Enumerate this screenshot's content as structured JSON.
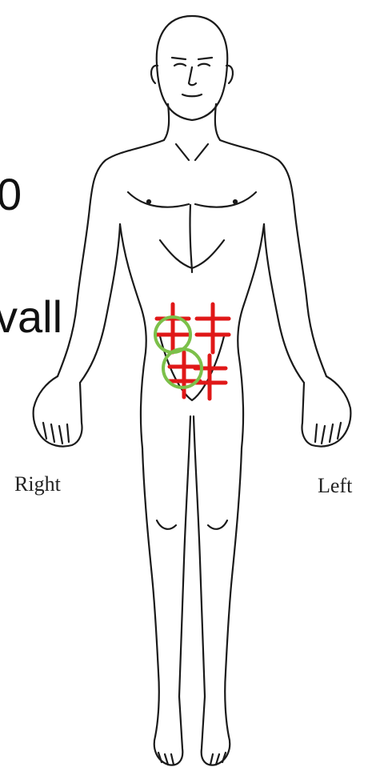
{
  "labels": {
    "right": "Right",
    "left": "Left"
  },
  "slide_fragments": {
    "line1": "0",
    "line2": "vall"
  },
  "marks": {
    "cross_color": "#e01818",
    "circle_color": "#7cc04a",
    "cross_count": 4,
    "circle_count": 2
  }
}
